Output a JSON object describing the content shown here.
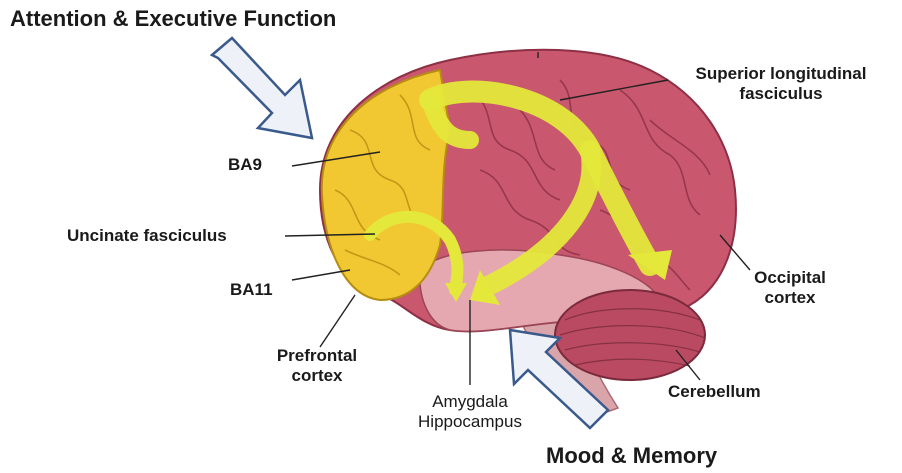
{
  "titles": {
    "top": "Attention & Executive Function",
    "bottom": "Mood & Memory"
  },
  "labels": {
    "ba9": "BA9",
    "uncinate": "Uncinate fasciculus",
    "ba11": "BA11",
    "prefrontal_line1": "Prefrontal",
    "prefrontal_line2": "cortex",
    "amygdala": "Amygdala",
    "hippocampus": "Hippocampus",
    "slf_line1": "Superior longitudinal",
    "slf_line2": "fasciculus",
    "occipital_line1": "Occipital",
    "occipital_line2": "cortex",
    "cerebellum": "Cerebellum"
  },
  "colors": {
    "prefrontal": "#f2c832",
    "cortex": "#c9576e",
    "cerebellum": "#b94a62",
    "tract": "#e4e83a",
    "input_arrow_fill": "#eef2f8",
    "input_arrow_stroke": "#3b5a8c"
  }
}
